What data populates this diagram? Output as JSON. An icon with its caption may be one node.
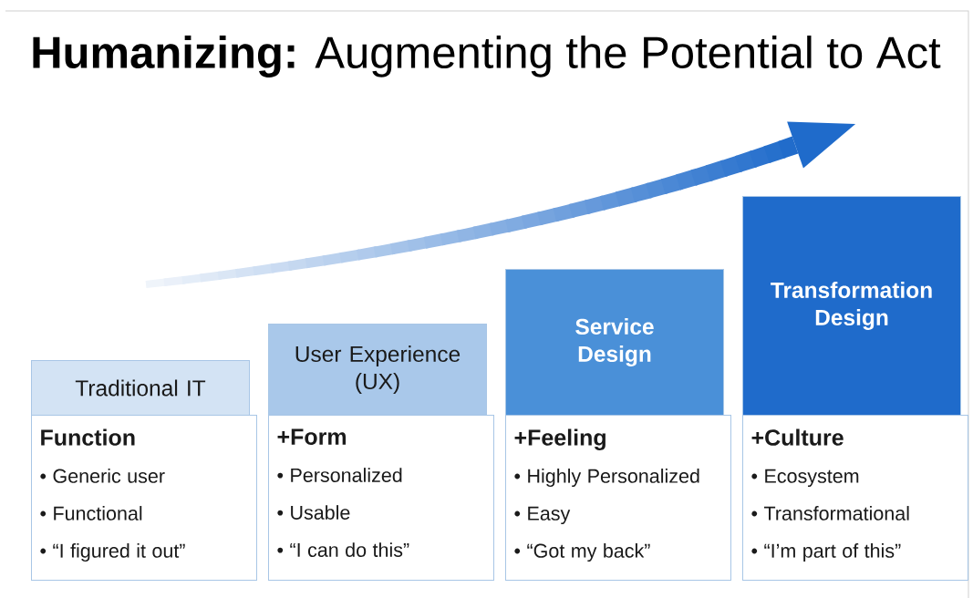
{
  "diagram": {
    "title": "**Humanizing:** Augmenting the Potential to Act",
    "nodes": [
      {
        "text": [
          "Traditional IT"
        ]
      },
      {
        "text": [
          "Function",
          "• Generic user",
          "• Functional",
          "• “I figured it out”"
        ]
      },
      {
        "text": [
          "User Experience (UX)"
        ]
      },
      {
        "text": [
          "+Form",
          "• Personalized",
          "• Usable",
          "• “I can do this”"
        ]
      },
      {
        "text": [
          "Service Design"
        ]
      },
      {
        "text": [
          "+Feeling",
          "• Highly Personalized",
          "• Easy",
          "• “Got my back”"
        ]
      },
      {
        "text": [
          "Transformation Design"
        ]
      },
      {
        "text": [
          "+Culture",
          "• Ecosystem",
          "• Transformational",
          "• “I’m part of this”"
        ]
      }
    ]
  }
}
